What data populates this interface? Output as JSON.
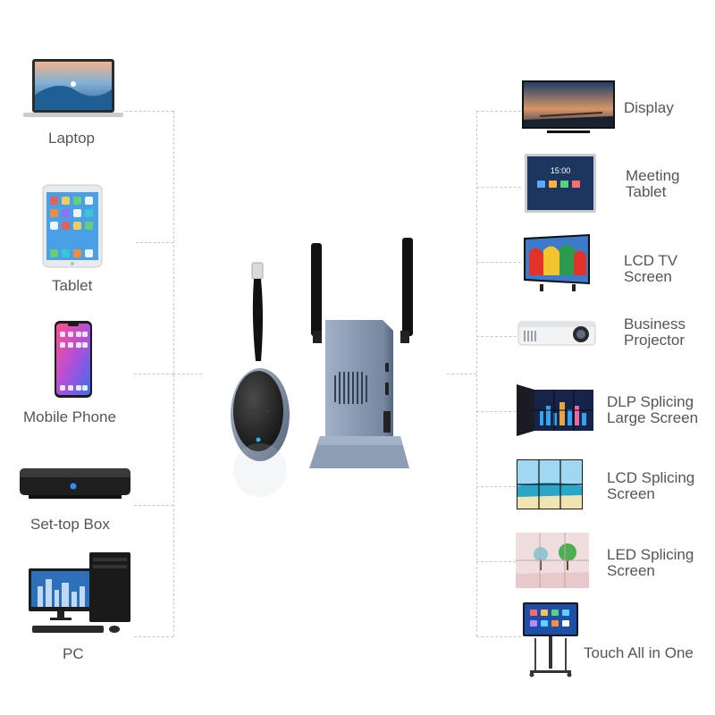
{
  "inputs": [
    {
      "label": "Laptop",
      "icon": "laptop-icon"
    },
    {
      "label": "Tablet",
      "icon": "tablet-icon"
    },
    {
      "label": "Mobile Phone",
      "icon": "mobile-phone-icon"
    },
    {
      "label": "Set-top Box",
      "icon": "set-top-box-icon"
    },
    {
      "label": "PC",
      "icon": "pc-icon"
    }
  ],
  "outputs": [
    {
      "lines": [
        "Display"
      ],
      "icon": "display-icon"
    },
    {
      "lines": [
        "Meeting",
        "Tablet"
      ],
      "icon": "meeting-tablet-icon"
    },
    {
      "lines": [
        "LCD TV",
        "Screen"
      ],
      "icon": "lcd-tv-icon"
    },
    {
      "lines": [
        "Business",
        "Projector"
      ],
      "icon": "projector-icon"
    },
    {
      "lines": [
        "DLP Splicing",
        "Large Screen"
      ],
      "icon": "dlp-splicing-icon"
    },
    {
      "lines": [
        "LCD Splicing",
        "Screen"
      ],
      "icon": "lcd-splicing-icon"
    },
    {
      "lines": [
        "LED Splicing",
        "Screen"
      ],
      "icon": "led-splicing-icon"
    },
    {
      "lines": [
        "Touch All in One"
      ],
      "icon": "touch-all-in-one-icon"
    }
  ],
  "meeting_tablet_clock": "15:00",
  "colors": {
    "connector": "#c8c8c8",
    "label": "#555555",
    "device_body": "#8a9ab2",
    "antenna": "#111111"
  }
}
